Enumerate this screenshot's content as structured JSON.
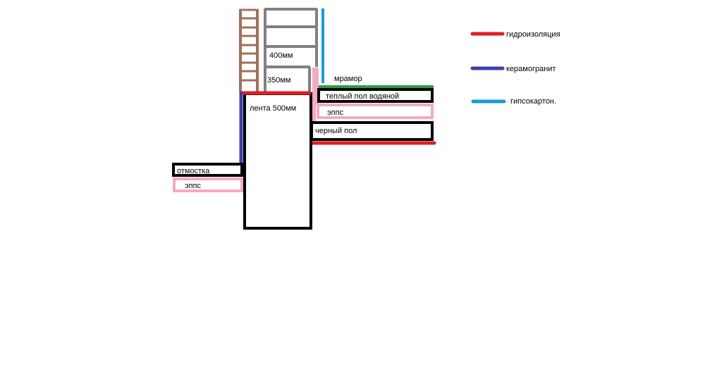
{
  "colors": {
    "waterproofing": "#e11d24",
    "porcelain": "#3b3fb0",
    "drywall": "#1a9ad6",
    "marble_line": "#2e9b4a",
    "epps": "#f4a9c4",
    "masonry": "#a0705a",
    "blocks": "#808080",
    "outline": "#000000"
  },
  "legend": [
    {
      "label": "гидроизоляция",
      "color": "#e11d24"
    },
    {
      "label": "керамогранит",
      "color": "#3b3fb0"
    },
    {
      "label": "гипсокартон.",
      "color": "#1a9ad6"
    }
  ],
  "labels": {
    "block_400": "400мм",
    "block_350": "350мм",
    "lenta": "лента 500мм",
    "marble": "мрамор",
    "warm_floor": "теплый пол водяной",
    "epps_floor": "эппс",
    "rough_floor": "черный пол",
    "otmostka": "отмостка",
    "epps_ground": "эппс"
  }
}
